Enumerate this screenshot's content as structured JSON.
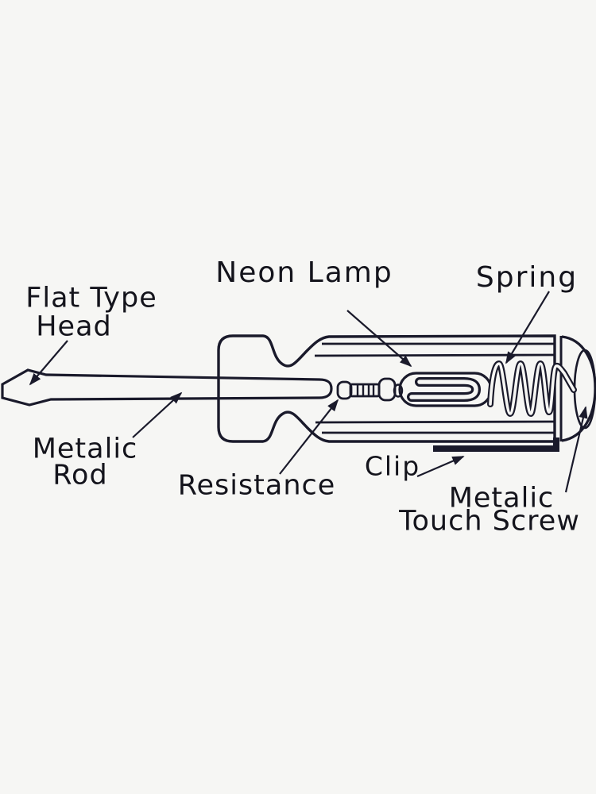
{
  "canvas": {
    "background": "#f6f6f4",
    "ink": "#1a1a2b",
    "text_color": "#14141c",
    "description": "Hand-drawn labeled diagram of a neon tester screwdriver"
  },
  "labels": {
    "flat_type_head_line1": "Flat Type",
    "flat_type_head_line2": "Head",
    "neon_lamp": "Neon Lamp",
    "spring": "Spring",
    "metalic_rod_line1": "Metalic",
    "metalic_rod_line2": "Rod",
    "resistance": "Resistance",
    "clip": "Clip",
    "metalic_touch_screw_line1": "Metalic",
    "metalic_touch_screw_line2": "Touch Screw"
  }
}
